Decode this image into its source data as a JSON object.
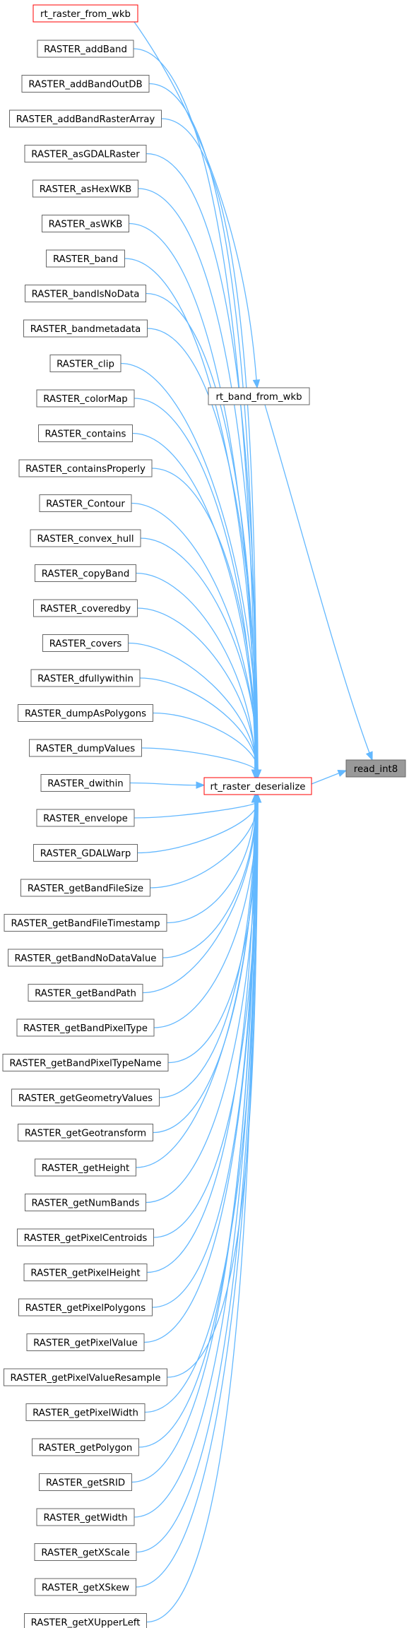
{
  "colors": {
    "edge": "#63b8ff",
    "node_border": "#666666",
    "node_fill": "#ffffff",
    "highlight_border": "#ff0000",
    "target_fill": "#999999"
  },
  "nodes": {
    "rt_raster_from_wkb": "rt_raster_from_wkb",
    "rt_band_from_wkb": "rt_band_from_wkb",
    "rt_raster_deserialize": "rt_raster_deserialize",
    "read_int8": "read_int8"
  },
  "callers": [
    "RASTER_addBand",
    "RASTER_addBandOutDB",
    "RASTER_addBandRasterArray",
    "RASTER_asGDALRaster",
    "RASTER_asHexWKB",
    "RASTER_asWKB",
    "RASTER_band",
    "RASTER_bandIsNoData",
    "RASTER_bandmetadata",
    "RASTER_clip",
    "RASTER_colorMap",
    "RASTER_contains",
    "RASTER_containsProperly",
    "RASTER_Contour",
    "RASTER_convex_hull",
    "RASTER_copyBand",
    "RASTER_coveredby",
    "RASTER_covers",
    "RASTER_dfullywithin",
    "RASTER_dumpAsPolygons",
    "RASTER_dumpValues",
    "RASTER_dwithin",
    "RASTER_envelope",
    "RASTER_GDALWarp",
    "RASTER_getBandFileSize",
    "RASTER_getBandFileTimestamp",
    "RASTER_getBandNoDataValue",
    "RASTER_getBandPath",
    "RASTER_getBandPixelType",
    "RASTER_getBandPixelTypeName",
    "RASTER_getGeometryValues",
    "RASTER_getGeotransform",
    "RASTER_getHeight",
    "RASTER_getNumBands",
    "RASTER_getPixelCentroids",
    "RASTER_getPixelHeight",
    "RASTER_getPixelPolygons",
    "RASTER_getPixelValue",
    "RASTER_getPixelValueResample",
    "RASTER_getPixelWidth",
    "RASTER_getPolygon",
    "RASTER_getSRID",
    "RASTER_getWidth",
    "RASTER_getXScale",
    "RASTER_getXSkew",
    "RASTER_getXUpperLeft"
  ]
}
